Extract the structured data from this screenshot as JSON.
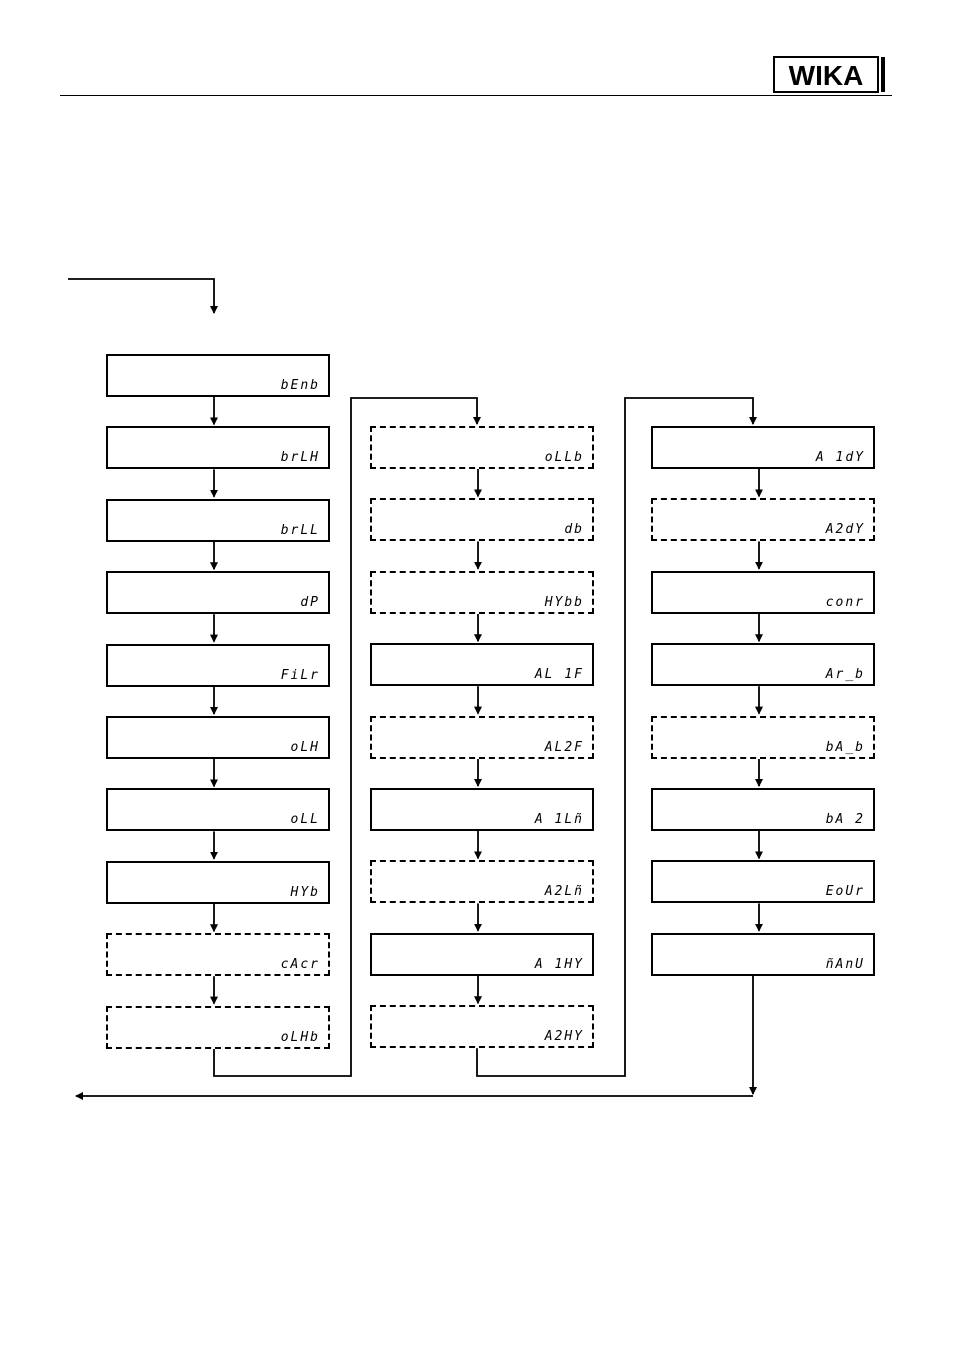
{
  "header": {
    "logo_text": "WIKA"
  },
  "flow": {
    "columns": [
      {
        "boxes": [
          {
            "code": "bEnb",
            "style": "solid"
          },
          {
            "code": "brLH",
            "style": "solid"
          },
          {
            "code": "brLL",
            "style": "solid"
          },
          {
            "code": "dP",
            "style": "solid"
          },
          {
            "code": "FiLr",
            "style": "solid"
          },
          {
            "code": "oLH",
            "style": "solid"
          },
          {
            "code": "oLL",
            "style": "solid"
          },
          {
            "code": "HYb",
            "style": "solid"
          },
          {
            "code": "cAcr",
            "style": "dashed"
          },
          {
            "code": "oLHb",
            "style": "dashed"
          }
        ]
      },
      {
        "boxes": [
          {
            "code": "oLLb",
            "style": "dashed"
          },
          {
            "code": "db",
            "style": "dashed"
          },
          {
            "code": "HYbb",
            "style": "dashed"
          },
          {
            "code": "AL 1F",
            "style": "solid"
          },
          {
            "code": "AL2F",
            "style": "dashed"
          },
          {
            "code": "A 1Lñ",
            "style": "solid"
          },
          {
            "code": "A2Lñ",
            "style": "dashed"
          },
          {
            "code": "A 1HY",
            "style": "solid"
          },
          {
            "code": "A2HY",
            "style": "dashed"
          }
        ]
      },
      {
        "boxes": [
          {
            "code": "A 1dY",
            "style": "solid"
          },
          {
            "code": "A2dY",
            "style": "dashed"
          },
          {
            "code": "conr",
            "style": "solid"
          },
          {
            "code": "Ar_b",
            "style": "solid"
          },
          {
            "code": "bA_b",
            "style": "dashed"
          },
          {
            "code": "bA 2",
            "style": "solid"
          },
          {
            "code": "EoUr",
            "style": "solid"
          },
          {
            "code": "ñAnU",
            "style": "solid"
          }
        ]
      }
    ]
  }
}
